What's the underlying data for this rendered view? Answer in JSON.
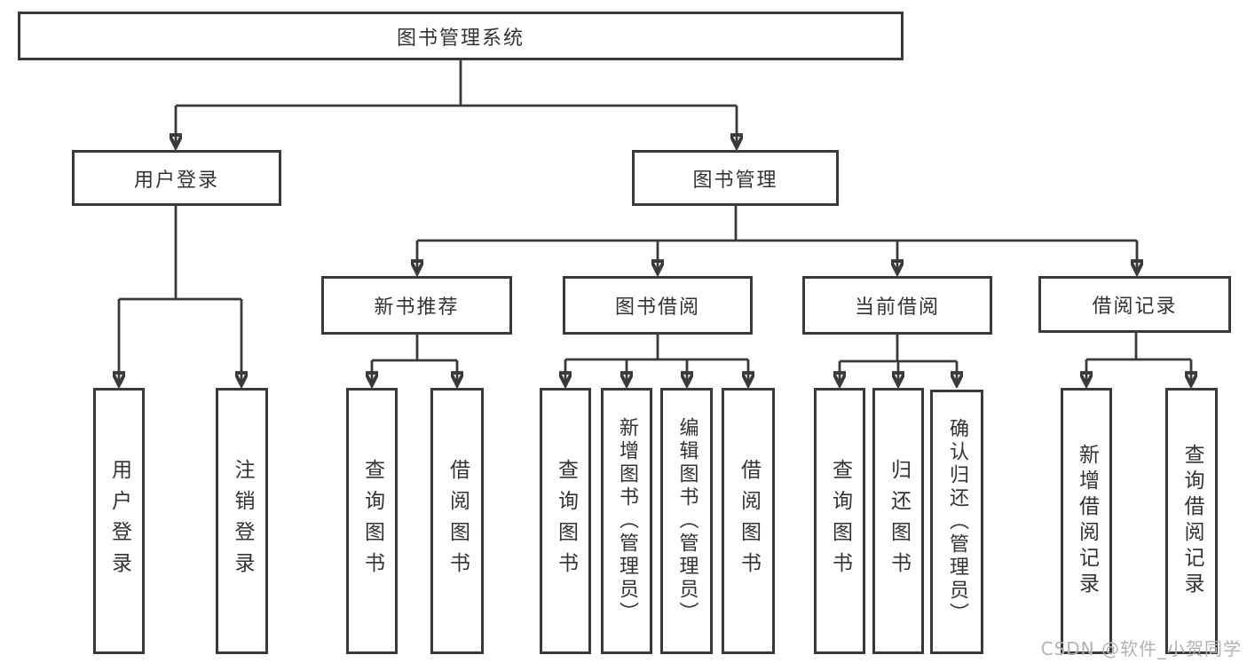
{
  "colors": {
    "line": "#3a3a3a",
    "text": "#333333",
    "watermark": "#b3b3b3",
    "background": "#ffffff"
  },
  "watermark": "CSDN @软件_小贺同学",
  "nodes": {
    "root": "图书管理系统",
    "login_group": "用户登录",
    "book_mgmt": "图书管理",
    "new_book_rec": "新书推荐",
    "book_borrow": "图书借阅",
    "current_borrow": "当前借阅",
    "borrow_record": "借阅记录",
    "leaf_login": "用户登录",
    "leaf_logout": "注销登录",
    "leaf_nbr_query_book": "查询图书",
    "leaf_nbr_borrow_book": "借阅图书",
    "leaf_bb_query_book": "查询图书",
    "leaf_bb_add_book": "新增图书（管理员）",
    "leaf_bb_edit_book": "编辑图书（管理员）",
    "leaf_bb_borrow_book": "借阅图书",
    "leaf_cb_query_book": "查询图书",
    "leaf_cb_return_book": "归还图书",
    "leaf_cb_confirm_return": "确认归还（管理员）",
    "leaf_br_add_record": "新增借阅记录",
    "leaf_br_query_record": "查询借阅记录"
  },
  "hierarchy": {
    "图书管理系统": {
      "用户登录": [
        "用户登录",
        "注销登录"
      ],
      "图书管理": {
        "新书推荐": [
          "查询图书",
          "借阅图书"
        ],
        "图书借阅": [
          "查询图书",
          "新增图书（管理员）",
          "编辑图书（管理员）",
          "借阅图书"
        ],
        "当前借阅": [
          "查询图书",
          "归还图书",
          "确认归还（管理员）"
        ],
        "借阅记录": [
          "新增借阅记录",
          "查询借阅记录"
        ]
      }
    }
  }
}
